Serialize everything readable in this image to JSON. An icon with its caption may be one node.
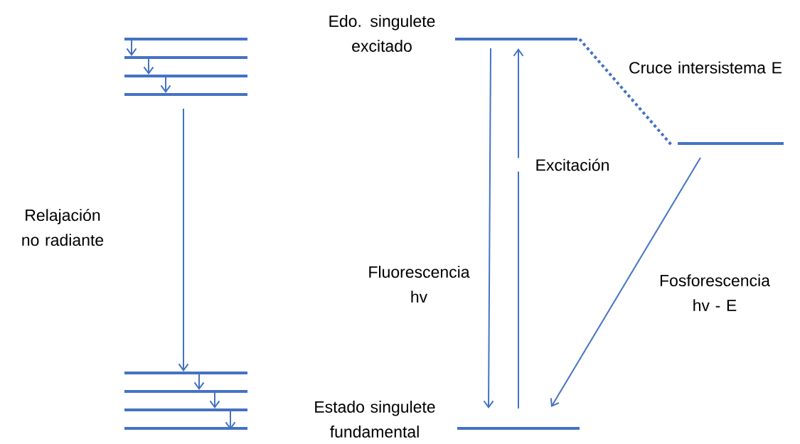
{
  "diagram": {
    "nodes": [
      {
        "text": [],
        "shape": "bar"
      },
      {
        "text": [],
        "shape": "bar"
      },
      {
        "text": [],
        "shape": "bar"
      },
      {
        "text": [],
        "shape": "bar"
      },
      {
        "text": [],
        "shape": "bar"
      },
      {
        "text": [],
        "shape": "bar"
      },
      {
        "text": [],
        "shape": "bar"
      },
      {
        "text": [],
        "shape": "bar"
      },
      {
        "text": [],
        "shape": "bar",
        "beside": [
          "Edo. singulete excitado"
        ]
      },
      {
        "text": [],
        "shape": "bar",
        "beside": [
          "Estado singulete fundamental"
        ]
      },
      {
        "text": [],
        "shape": "bar"
      }
    ],
    "edges": [
      {
        "from": 0,
        "to": 1,
        "arrow": "to"
      },
      {
        "from": 1,
        "to": 2,
        "arrow": "to"
      },
      {
        "from": 2,
        "to": 3,
        "arrow": "to"
      },
      {
        "from": 3,
        "to": 4,
        "arrow": "to",
        "label": "Relajación no radiante"
      },
      {
        "from": 4,
        "to": 5,
        "arrow": "to"
      },
      {
        "from": 5,
        "to": 6,
        "arrow": "to"
      },
      {
        "from": 6,
        "to": 7,
        "arrow": "to"
      },
      {
        "from": 8,
        "to": 9,
        "arrow": "to",
        "label": "Fluorescencia hv"
      },
      {
        "from": 9,
        "to": 8,
        "arrow": "to",
        "label": "Excitación"
      },
      {
        "from": 8,
        "to": 10,
        "arrow": "none",
        "style": "dashed",
        "label": "Cruce intersistema E"
      },
      {
        "from": 10,
        "to": 9,
        "arrow": "to",
        "label": "Fosforescencia hv - E"
      }
    ]
  }
}
